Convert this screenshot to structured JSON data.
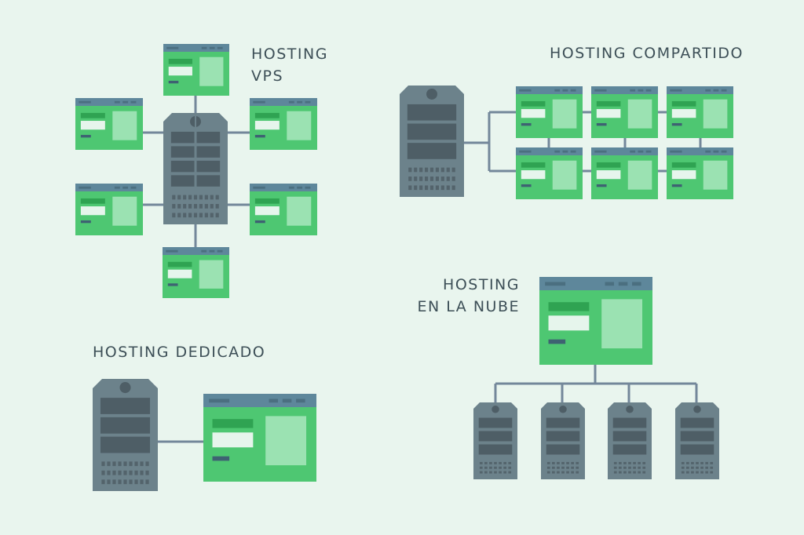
{
  "colors": {
    "background": "#e9f5ee",
    "server_body": "#6c828b",
    "server_dark": "#4e5e66",
    "server_dot": "#53636b",
    "window_header": "#5e879b",
    "window_body": "#4ec772",
    "window_field": "#e6f5ec",
    "window_panel": "#9be2b2",
    "window_bar": "#2fa352",
    "connector": "#73879a"
  },
  "icons": {
    "server": "server-icon",
    "browser_window": "browser-window-icon"
  },
  "sections": {
    "vps": {
      "title_line1": "HOSTING",
      "title_line2": "VPS",
      "server_count": 1,
      "window_count": 6
    },
    "compartido": {
      "title": "HOSTING COMPARTIDO",
      "server_count": 1,
      "window_count": 6
    },
    "nube": {
      "title_line1": "HOSTING",
      "title_line2": "EN LA NUBE",
      "server_count": 4,
      "window_count": 1
    },
    "dedicado": {
      "title": "HOSTING DEDICADO",
      "server_count": 1,
      "window_count": 1
    }
  }
}
